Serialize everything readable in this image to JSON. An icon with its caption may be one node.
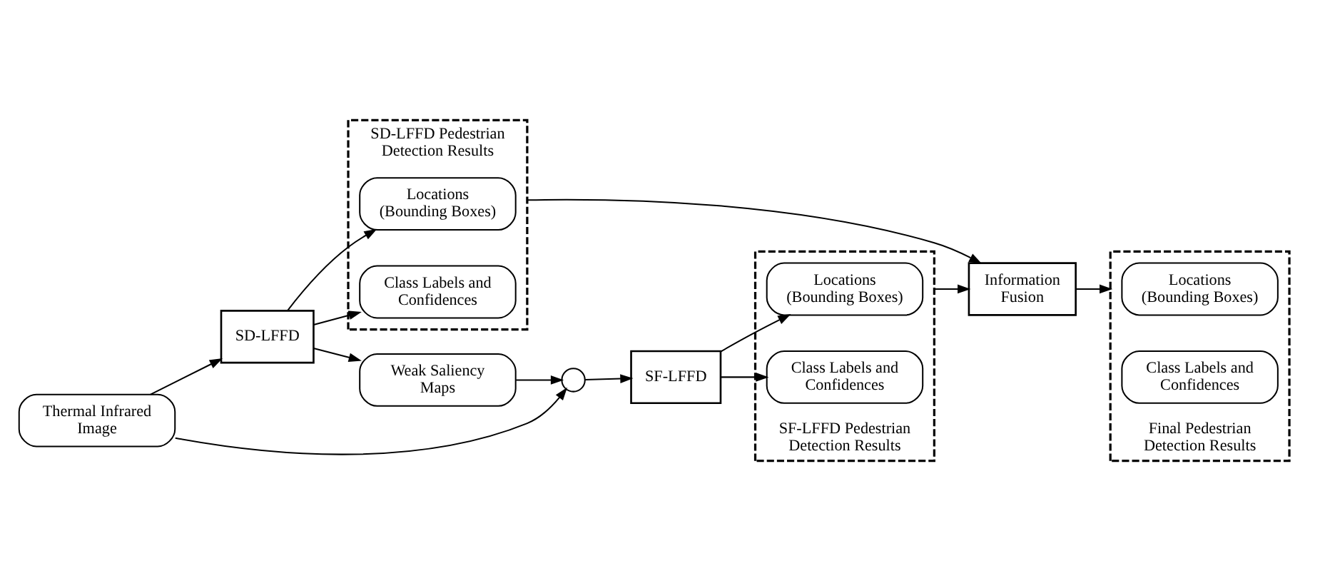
{
  "diagram": {
    "nodes": [
      {
        "text": [
          "Thermal Infrared Image"
        ]
      },
      {
        "text": [
          "SD-LFFD"
        ]
      },
      {
        "text": [
          "SD-LFFD Pedestrian Detection Results"
        ]
      },
      {
        "text": [
          "Locations (Bounding Boxes)"
        ],
        "in": 2
      },
      {
        "text": [
          "Class Labels and Confidences"
        ],
        "in": 2
      },
      {
        "text": [
          "Weak Saliency Maps"
        ]
      },
      {
        "text": [],
        "shape": "circle"
      },
      {
        "text": [
          "SF-LFFD"
        ]
      },
      {
        "text": [
          "SF-LFFD Pedestrian Detection Results"
        ]
      },
      {
        "text": [
          "Locations (Bounding Boxes)"
        ],
        "in": 8
      },
      {
        "text": [
          "Class Labels and Confidences"
        ],
        "in": 8
      },
      {
        "text": [
          "Information Fusion"
        ]
      },
      {
        "text": [
          "Final Pedestrian Detection Results"
        ]
      },
      {
        "text": [
          "Locations (Bounding Boxes)"
        ],
        "in": 12
      },
      {
        "text": [
          "Class Labels and Confidences"
        ],
        "in": 12
      }
    ],
    "edges": [
      {
        "from": 0,
        "to": 1,
        "arrow": "to"
      },
      {
        "from": 1,
        "to": 3,
        "arrow": "to"
      },
      {
        "from": 1,
        "to": 4,
        "arrow": "to"
      },
      {
        "from": 1,
        "to": 5,
        "arrow": "to"
      },
      {
        "from": 0,
        "to": 6,
        "arrow": "to"
      },
      {
        "from": 5,
        "to": 6,
        "arrow": "to"
      },
      {
        "from": 6,
        "to": 7,
        "arrow": "to"
      },
      {
        "from": 7,
        "to": 9,
        "arrow": "to"
      },
      {
        "from": 7,
        "to": 10,
        "arrow": "to"
      },
      {
        "from": 2,
        "to": 11,
        "arrow": "to"
      },
      {
        "from": 8,
        "to": 11,
        "arrow": "to"
      },
      {
        "from": 11,
        "to": 12,
        "arrow": "to"
      }
    ]
  }
}
